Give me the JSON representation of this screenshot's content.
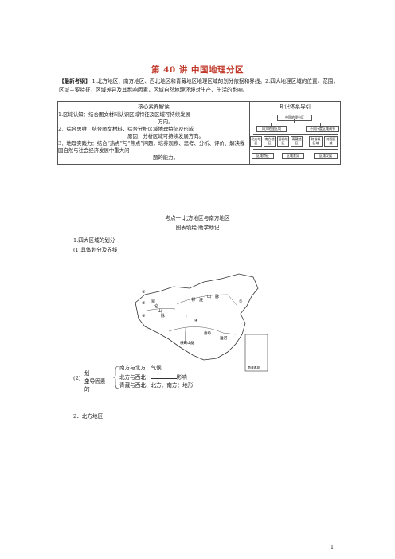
{
  "title": "第 40 讲   中国地理分区",
  "intro": {
    "tag": "【最新考纲】",
    "text": " 1.北方地区、南方地区、西北地区和青藏地区地理区域的划分依据和界线。2.四大地理区域的位置、范围，区域主要特征，区域差异及其影响因素，区域自然地理环境对生产、生活的影响。"
  },
  "table": {
    "head_left": "核心素养解读",
    "head_right": "知识体系导引",
    "literacy": [
      {
        "main": "1.区域认知：结合图文材料认识区域特征及区域可持续发展",
        "cont": "方向。"
      },
      {
        "main": "2．综合思维：结合图文材料，综合分析区域地理特征及形成",
        "cont": "原因，分析区域可持续发展方向。"
      },
      {
        "main": "3．地理实践力：结合“热点”与“焦点”问题，培养观察、思考、分析、评价、解决我国自然与社会经济发展中重大问",
        "cont": "题的能力。"
      }
    ],
    "mindmap": {
      "root": "中国地理分区",
      "level2": [
        "四大地理区域",
        "不同尺度区域调节"
      ],
      "level3": [
        "北方地区",
        "南方地区",
        "西北地区",
        "青藏地区",
        "跨省级区域",
        "跨国区域"
      ],
      "level4": [
        "区域特征",
        "区域差异",
        "区域发展"
      ]
    }
  },
  "section": {
    "heading": "考点一   北方地区与南方地区",
    "subheading": "图表填绘·助学助记",
    "item1": "1.四大区域的划分",
    "item1_sub": "(1)具体划分及界线"
  },
  "map": {
    "labels": [
      "昆",
      "仑",
      "山",
      "脉",
      "祁",
      "连",
      "山",
      "脉",
      "横断山脉",
      "秦岭",
      "淮河",
      "南海诸岛"
    ],
    "markers": [
      "①",
      "②",
      "③",
      "④",
      "⑤"
    ]
  },
  "factors": {
    "prefix": "(2)",
    "label_line1": "划分的",
    "label_line2": "主导因素",
    "rows": [
      "南方与北方：气候",
      "北方与西北：",
      "青藏与西北、北方、南方：地形"
    ],
    "row2_suffix": "影响"
  },
  "item2": "2．北方地区",
  "page_number": "1"
}
